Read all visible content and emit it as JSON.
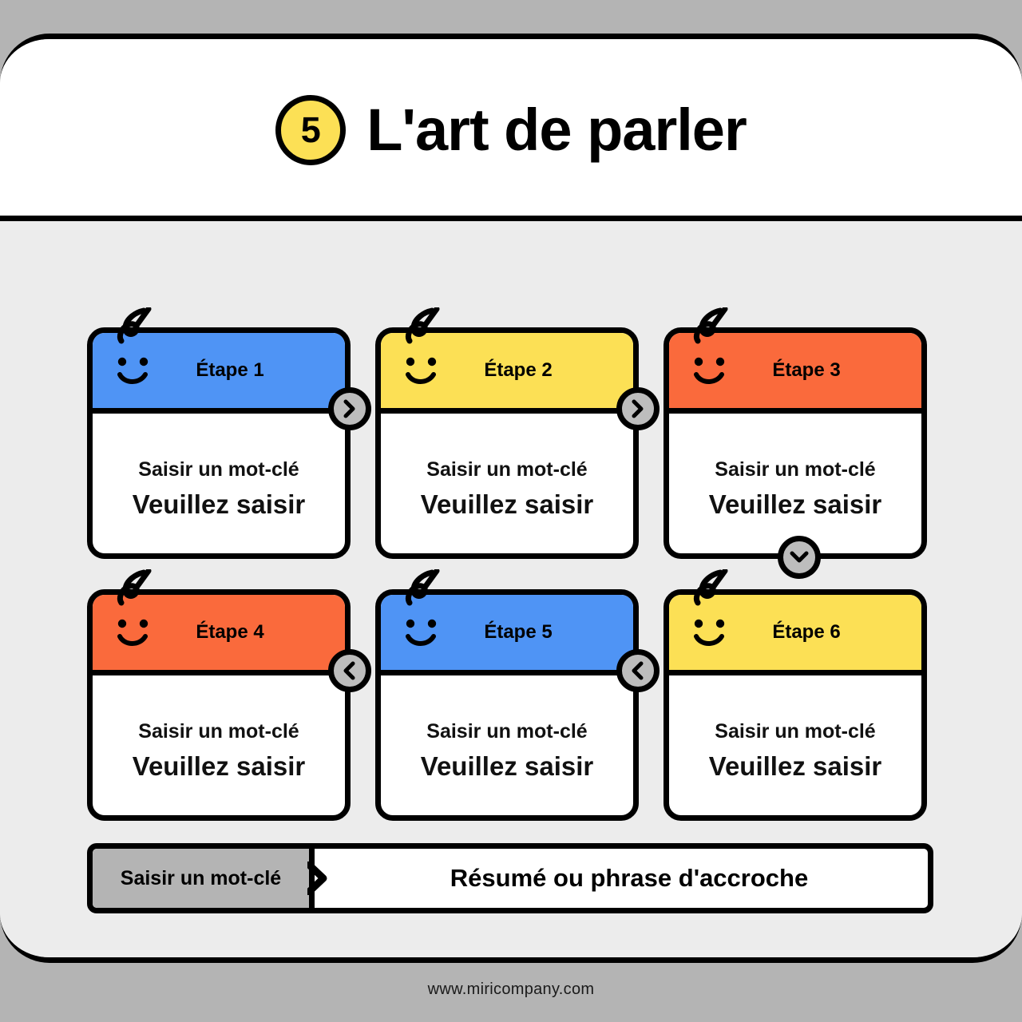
{
  "header": {
    "badge_number": "5",
    "title": "L'art de parler"
  },
  "colors": {
    "blue": "#4f94f5",
    "yellow": "#fce055",
    "orange": "#fa6a3c",
    "gray": "#b4b4b4",
    "body_bg": "#ececec",
    "outline": "#000000"
  },
  "cards": [
    {
      "step_label": "Étape 1",
      "keyword": "Saisir un mot-clé",
      "description": "Veuillez saisir",
      "color": "blue",
      "connector": "chevron-right-icon"
    },
    {
      "step_label": "Étape 2",
      "keyword": "Saisir un mot-clé",
      "description": "Veuillez saisir",
      "color": "yellow",
      "connector": "chevron-right-icon"
    },
    {
      "step_label": "Étape 3",
      "keyword": "Saisir un mot-clé",
      "description": "Veuillez saisir",
      "color": "orange",
      "connector": "chevron-down-icon"
    },
    {
      "step_label": "Étape 4",
      "keyword": "Saisir un mot-clé",
      "description": "Veuillez saisir",
      "color": "orange",
      "connector": "chevron-left-icon"
    },
    {
      "step_label": "Étape 5",
      "keyword": "Saisir un mot-clé",
      "description": "Veuillez saisir",
      "color": "blue",
      "connector": "chevron-left-icon"
    },
    {
      "step_label": "Étape 6",
      "keyword": "Saisir un mot-clé",
      "description": "Veuillez saisir",
      "color": "yellow",
      "connector": ""
    }
  ],
  "summary": {
    "tag_label": "Saisir un mot-clé",
    "text": "Résumé ou phrase d'accroche"
  },
  "footer": {
    "url": "www.miricompany.com"
  }
}
